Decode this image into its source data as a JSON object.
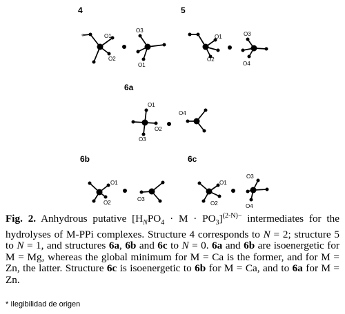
{
  "figure": {
    "panels": [
      {
        "label": "4",
        "atoms": [
          "O1",
          "O2",
          "O3",
          "O1"
        ]
      },
      {
        "label": "5",
        "atoms": [
          "O1",
          "O2",
          "O3",
          "O4"
        ]
      },
      {
        "label": "6a",
        "atoms": [
          "O1",
          "O2",
          "O3",
          "O4"
        ]
      },
      {
        "label": "6b",
        "atoms": [
          "O1",
          "O2",
          "O3"
        ]
      },
      {
        "label": "6c",
        "atoms": [
          "O1",
          "O2",
          "O3",
          "O4"
        ]
      }
    ]
  },
  "caption": {
    "fig_label": "Fig. 2.",
    "t1": " Anhydrous putative [H",
    "sub_n": "N",
    "t2": "PO",
    "sub_4": "4",
    "t3": " · M · PO",
    "sub_3": "3",
    "t4": "]",
    "sup_charge": "(2-N)−",
    "t5": " intermediates for the hydrolyses of M-PPi complexes. Structure 4 corresponds to ",
    "n1": "N",
    "t6": " = 2; structure 5 to ",
    "n2": "N",
    "t7": " = 1, and structures ",
    "b6a": "6a",
    "t8": ", ",
    "b6b": "6b",
    "t9": " and ",
    "b6c": "6c",
    "t10": " to ",
    "n3": "N",
    "t11": " = 0. ",
    "b6a_2": "6a",
    "t12": " and ",
    "b6b_2": "6b",
    "t13": " are isoenergetic for M = Mg, whereas the global minimum for M = Ca is the former,  and for M = Zn, the latter. Structure ",
    "b6c_2": "6c",
    "t14": " is isoenergetic to ",
    "b6b_3": "6b",
    "t15": " for M = Ca, and to ",
    "b6a_3": "6a",
    "t16": " for M = Zn."
  },
  "footnote": "* Ilegibilidad de origen"
}
